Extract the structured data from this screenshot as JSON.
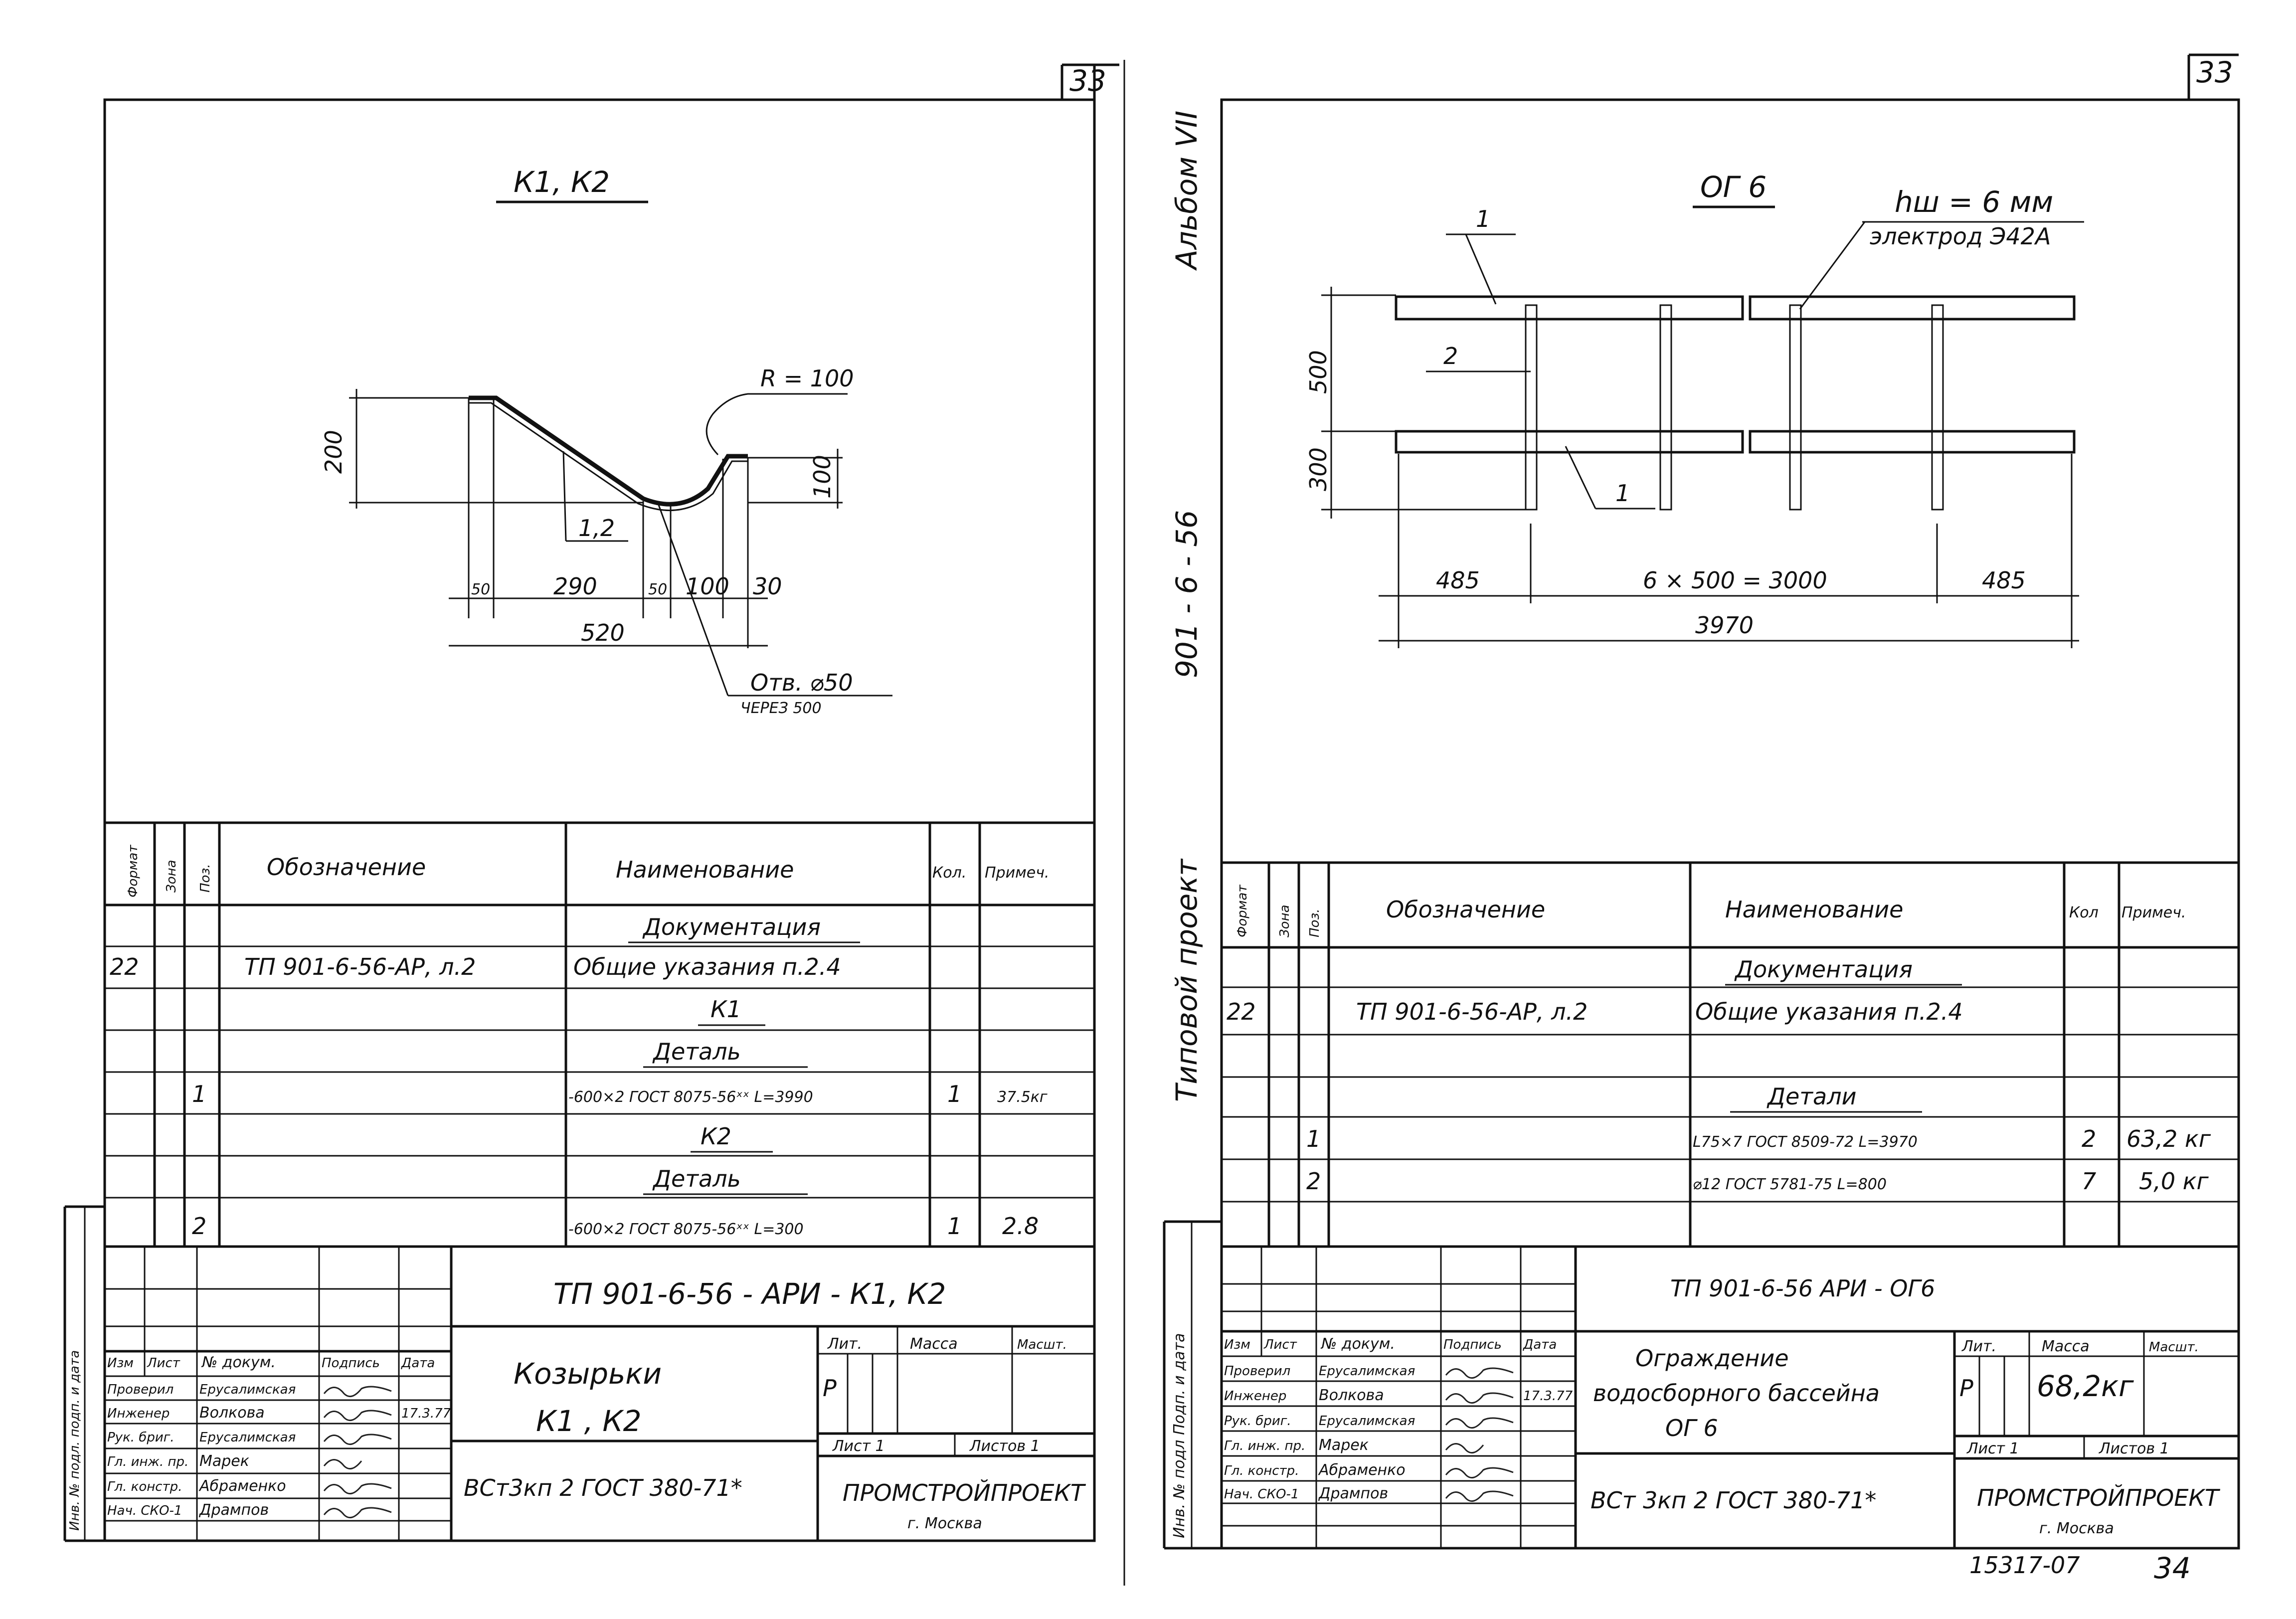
{
  "left_sheet": {
    "page_number": "33",
    "drawing_title": "К1, К2",
    "drawing_labels": {
      "radius": "R = 100",
      "dim_200": "200",
      "dim_100": "100",
      "pos_label": "1,2",
      "dim_50a": "50",
      "dim_290": "290",
      "dim_50b": "50",
      "dim_100b": "100",
      "dim_30": "30",
      "dim_520": "520",
      "hole": "Отв. ⌀50",
      "hole_pitch": "ЧЕРЕЗ 500"
    },
    "spec_headers": {
      "format": "Формат",
      "zone": "Зона",
      "pos": "Поз.",
      "designation": "Обозначение",
      "name": "Наименование",
      "qty": "Кол.",
      "note": "Примеч."
    },
    "spec_rows": [
      {
        "format": "",
        "pos": "",
        "designation": "",
        "name": "Документация",
        "qty": "",
        "note": ""
      },
      {
        "format": "22",
        "pos": "",
        "designation": "ТП 901-6-56-АР, л.2",
        "name": "Общие указания п.2.4",
        "qty": "",
        "note": ""
      },
      {
        "format": "",
        "pos": "",
        "designation": "",
        "name": "К1",
        "qty": "",
        "note": ""
      },
      {
        "format": "",
        "pos": "",
        "designation": "",
        "name": "Деталь",
        "qty": "",
        "note": ""
      },
      {
        "format": "",
        "pos": "1",
        "designation": "",
        "name": "-600×2 ГОСТ 8075-56ˣˣ L=3990",
        "qty": "1",
        "note": "37.5кг"
      },
      {
        "format": "",
        "pos": "",
        "designation": "",
        "name": "К2",
        "qty": "",
        "note": ""
      },
      {
        "format": "",
        "pos": "",
        "designation": "",
        "name": "Деталь",
        "qty": "",
        "note": ""
      },
      {
        "format": "",
        "pos": "2",
        "designation": "",
        "name": "-600×2 ГОСТ 8075-56ˣˣ L=300",
        "qty": "1",
        "note": "2.8"
      }
    ],
    "doc_code": "ТП 901-6-56 - АРИ - К1, К2",
    "title": "Козырьки",
    "subtitle": "К1 , К2",
    "material": "ВСт3кп 2 ГОСТ 380-71*",
    "stage": "Р",
    "mass": "",
    "sheet": "Лист 1",
    "sheets": "Листов 1",
    "organization": "ПРОМСТРОЙПРОЕКТ",
    "city": "г. Москва",
    "side_label": "Инв. № подл. подп. и дата"
  },
  "right_sheet": {
    "page_number": "33",
    "drawing_title": "ОГ 6",
    "drawing_labels": {
      "weld": "hш = 6 мм",
      "electrode": "электрод Э42А",
      "pos_1_top": "1",
      "pos_2": "2",
      "pos_1_bottom": "1",
      "dim_500": "500",
      "dim_300": "300",
      "dim_485_left": "485",
      "dim_middle": "6 × 500 = 3000",
      "dim_485_right": "485",
      "dim_total": "3970"
    },
    "spec_headers": {
      "format": "Формат",
      "zone": "Зона",
      "pos": "Поз.",
      "designation": "Обозначение",
      "name": "Наименование",
      "qty": "Кол",
      "note": "Примеч."
    },
    "spec_rows": [
      {
        "format": "",
        "pos": "",
        "designation": "",
        "name": "Документация",
        "qty": "",
        "note": ""
      },
      {
        "format": "22",
        "pos": "",
        "designation": "ТП 901-6-56-АР, л.2",
        "name": "Общие указания п.2.4",
        "qty": "",
        "note": ""
      },
      {
        "format": "",
        "pos": "",
        "designation": "",
        "name": "",
        "qty": "",
        "note": ""
      },
      {
        "format": "",
        "pos": "",
        "designation": "",
        "name": "Детали",
        "qty": "",
        "note": ""
      },
      {
        "format": "",
        "pos": "1",
        "designation": "",
        "name": "L75×7 ГОСТ 8509-72 L=3970",
        "qty": "2",
        "note": "63,2 кг"
      },
      {
        "format": "",
        "pos": "2",
        "designation": "",
        "name": "⌀12 ГОСТ 5781-75   L=800",
        "qty": "7",
        "note": "5,0 кг"
      },
      {
        "format": "",
        "pos": "",
        "designation": "",
        "name": "",
        "qty": "",
        "note": ""
      }
    ],
    "doc_code": "ТП 901-6-56 АРИ - ОГ6",
    "title": "Ограждение",
    "subtitle": "водосборного бассейна",
    "subtitle2": "ОГ 6",
    "material": "ВСт 3кп 2 ГОСТ 380-71*",
    "stage": "Р",
    "mass": "68,2кг",
    "sheet": "Лист 1",
    "sheets": "Листов 1",
    "organization": "ПРОМСТРОЙПРОЕКТ",
    "city": "г. Москва",
    "side_label": "Инв. № подл  Подп. и дата",
    "spine_album": "Альбом VII",
    "spine_project": "901 - 6 - 56",
    "spine_type": "Типовой   проект",
    "bottom_code": "15317-07",
    "bottom_page": "34"
  },
  "stamp_labels": {
    "izm": "Изм",
    "list": "Лист",
    "ndoc": "№ докум.",
    "podpis": "Подпись",
    "data": "Дата",
    "lit": "Лит.",
    "massa": "Масса",
    "masht": "Масшт."
  },
  "staff": [
    {
      "role": "Проверил",
      "name": "Ерусалимская",
      "date": ""
    },
    {
      "role": "Инженер",
      "name": "Волкова",
      "date": "17.3.77"
    },
    {
      "role": "Рук. бриг.",
      "name": "Ерусалимская",
      "date": ""
    },
    {
      "role": "Гл. инж. пр.",
      "name": "Марек",
      "date": ""
    },
    {
      "role": "Гл. констр.",
      "name": "Абраменко",
      "date": ""
    },
    {
      "role": "Нач. СКО-1",
      "name": "Дрампов",
      "date": ""
    }
  ]
}
